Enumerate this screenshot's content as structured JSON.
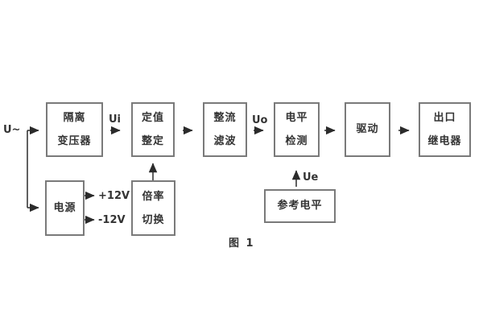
{
  "diagram": {
    "caption": "图 1",
    "blocks": {
      "isolation_transformer": {
        "line1": "隔离",
        "line2": "变压器"
      },
      "value_setting": {
        "line1": "定值",
        "line2": "整定"
      },
      "rectifier_filter": {
        "line1": "整流",
        "line2": "滤波"
      },
      "level_detection": {
        "line1": "电平",
        "line2": "检测"
      },
      "driver": {
        "label": "驱动"
      },
      "output_relay": {
        "line1": "出口",
        "line2": "继电器"
      },
      "power_supply": {
        "label": "电源"
      },
      "ratio_switch": {
        "line1": "倍率",
        "line2": "切换"
      },
      "reference_level": {
        "label": "参考电平"
      }
    },
    "labels": {
      "input": "U~",
      "ui": "Ui",
      "uo": "Uo",
      "ue": "Ue",
      "plus_12v": "+12V",
      "minus_12v": "-12V"
    },
    "colors": {
      "background": "#ffffff",
      "box_border": "#7a7a7a",
      "connector": "#2b2b2b",
      "text": "#333333"
    }
  }
}
